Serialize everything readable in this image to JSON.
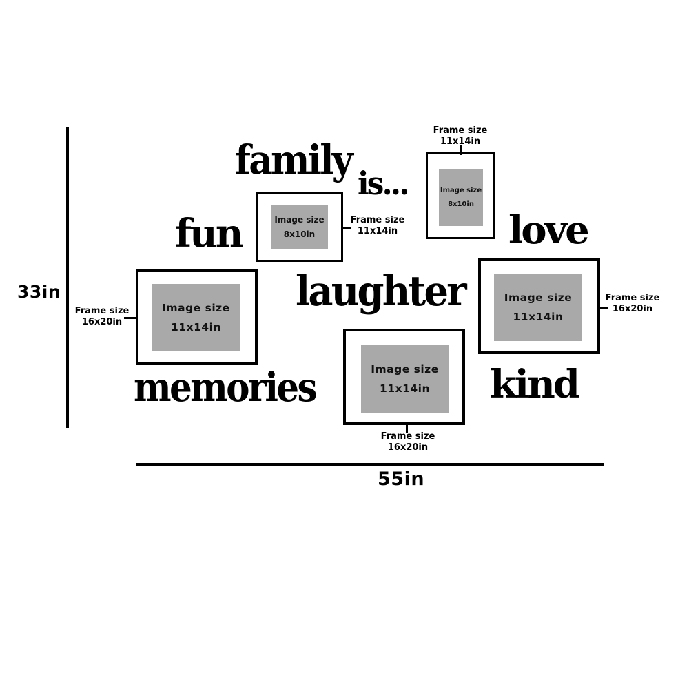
{
  "dimensions": {
    "height": "33in",
    "width": "55in"
  },
  "words": {
    "family": "family",
    "is": "is...",
    "fun": "fun",
    "love": "love",
    "laughter": "laughter",
    "memories": "memories",
    "kind": "kind"
  },
  "frames": {
    "top_left": {
      "image_size_label": "Image size",
      "image_size": "8x10in",
      "frame_size_label": "Frame size",
      "frame_size": "11x14in"
    },
    "top_right": {
      "image_size_label": "Image size",
      "image_size": "8x10in",
      "frame_size_label": "Frame size",
      "frame_size": "11x14in"
    },
    "left": {
      "image_size_label": "Image size",
      "image_size": "11x14in",
      "frame_size_label": "Frame size",
      "frame_size": "16x20in"
    },
    "right": {
      "image_size_label": "Image size",
      "image_size": "11x14in",
      "frame_size_label": "Frame size",
      "frame_size": "16x20in"
    },
    "bottom": {
      "image_size_label": "Image size",
      "image_size": "11x14in",
      "frame_size_label": "Frame size",
      "frame_size": "16x20in"
    }
  }
}
